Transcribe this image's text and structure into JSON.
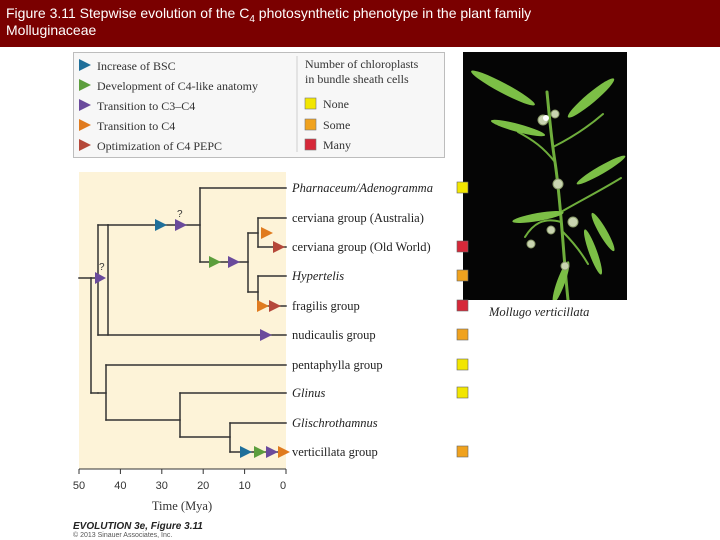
{
  "header": {
    "title_line1": "Figure 3.11  Stepwise evolution of the C",
    "title_sub": "4",
    "title_line1_rest": " photosynthetic phenotype in the plant family",
    "title_line2": "Molluginaceae"
  },
  "legend": {
    "events": [
      {
        "label": "Increase of BSC",
        "color": "#1f6f9a"
      },
      {
        "label": "Development of C4-like anatomy",
        "color": "#5c9e3d"
      },
      {
        "label": "Transition to C3–C4",
        "color": "#6a4a9c"
      },
      {
        "label": "Transition to C4",
        "color": "#e07b1f"
      },
      {
        "label": "Optimization of C4 PEPC",
        "color": "#b5483a"
      }
    ],
    "chloroplast_title_line1": "Number of chloroplasts",
    "chloroplast_title_line2": "in bundle sheath cells",
    "levels": [
      {
        "label": "None",
        "color": "#f2e600"
      },
      {
        "label": "Some",
        "color": "#f0a21e"
      },
      {
        "label": "Many",
        "color": "#d62839"
      }
    ]
  },
  "taxa": [
    {
      "name": "Pharnaceum/Adenogramma",
      "level": "None"
    },
    {
      "name": "cerviana group (Australia)",
      "level": ""
    },
    {
      "name": "cerviana group (Old World)",
      "level": "Many"
    },
    {
      "name": "Hypertelis",
      "level": "Some"
    },
    {
      "name": "fragilis group",
      "level": "Many"
    },
    {
      "name": "nudicaulis group",
      "level": "Some"
    },
    {
      "name": "pentaphylla group",
      "level": "None"
    },
    {
      "name": "Glinus",
      "level": "None"
    },
    {
      "name": "Glischrothamnus",
      "level": ""
    },
    {
      "name": "verticillata group",
      "level": "Some"
    }
  ],
  "axis": {
    "ticks": [
      "50",
      "40",
      "30",
      "20",
      "10",
      "0"
    ],
    "label": "Time (Mya)"
  },
  "question_marks": [
    "?",
    "?"
  ],
  "photo_caption": "Mollugo verticillata",
  "footer": {
    "book": "EVOLUTION 3e, Figure 3.11",
    "copyright": "© 2013 Sinauer Associates, Inc."
  }
}
